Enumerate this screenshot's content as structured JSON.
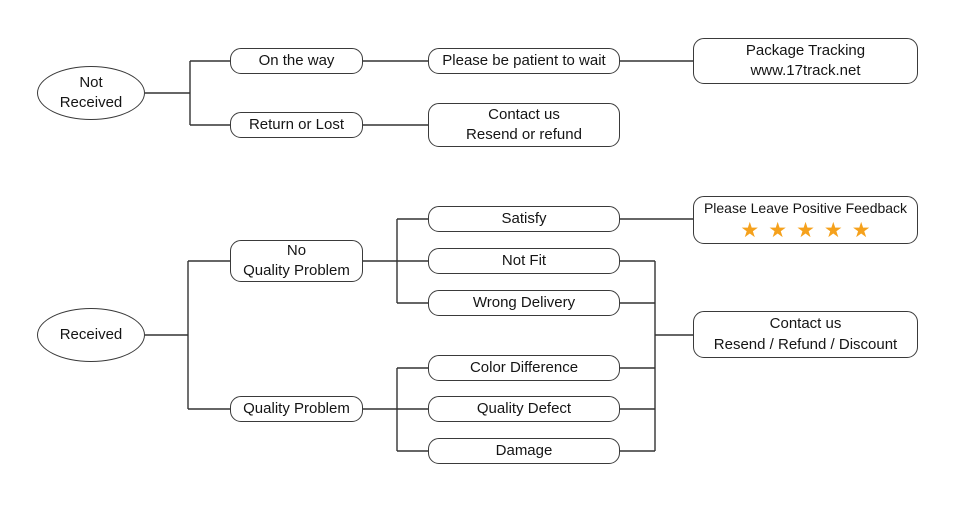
{
  "diagram": {
    "title": "Order received / not received customer service flowchart",
    "colors": {
      "background": "#ffffff",
      "line": "#333333",
      "box_border": "#3a3a3a",
      "text": "#151515",
      "star": "#F5A11C"
    },
    "nodes": {
      "not_received": "Not\nReceived",
      "received": "Received",
      "on_the_way": "On the way",
      "return_or_lost": "Return or Lost",
      "be_patient": "Please be patient to wait",
      "contact_resend_refund": "Contact us\nResend or refund",
      "package_tracking": "Package Tracking\nwww.17track.net",
      "no_quality_problem": "No\nQuality Problem",
      "quality_problem": "Quality Problem",
      "satisfy": "Satisfy",
      "not_fit": "Not Fit",
      "wrong_delivery": "Wrong Delivery",
      "color_difference": "Color Difference",
      "quality_defect": "Quality Defect",
      "damage": "Damage",
      "positive_feedback": {
        "label": "Please Leave Positive Feedback",
        "stars": "★★★★★",
        "star_count": 5
      },
      "contact_resend_refund_discount": "Contact us\nResend / Refund / Discount"
    }
  }
}
